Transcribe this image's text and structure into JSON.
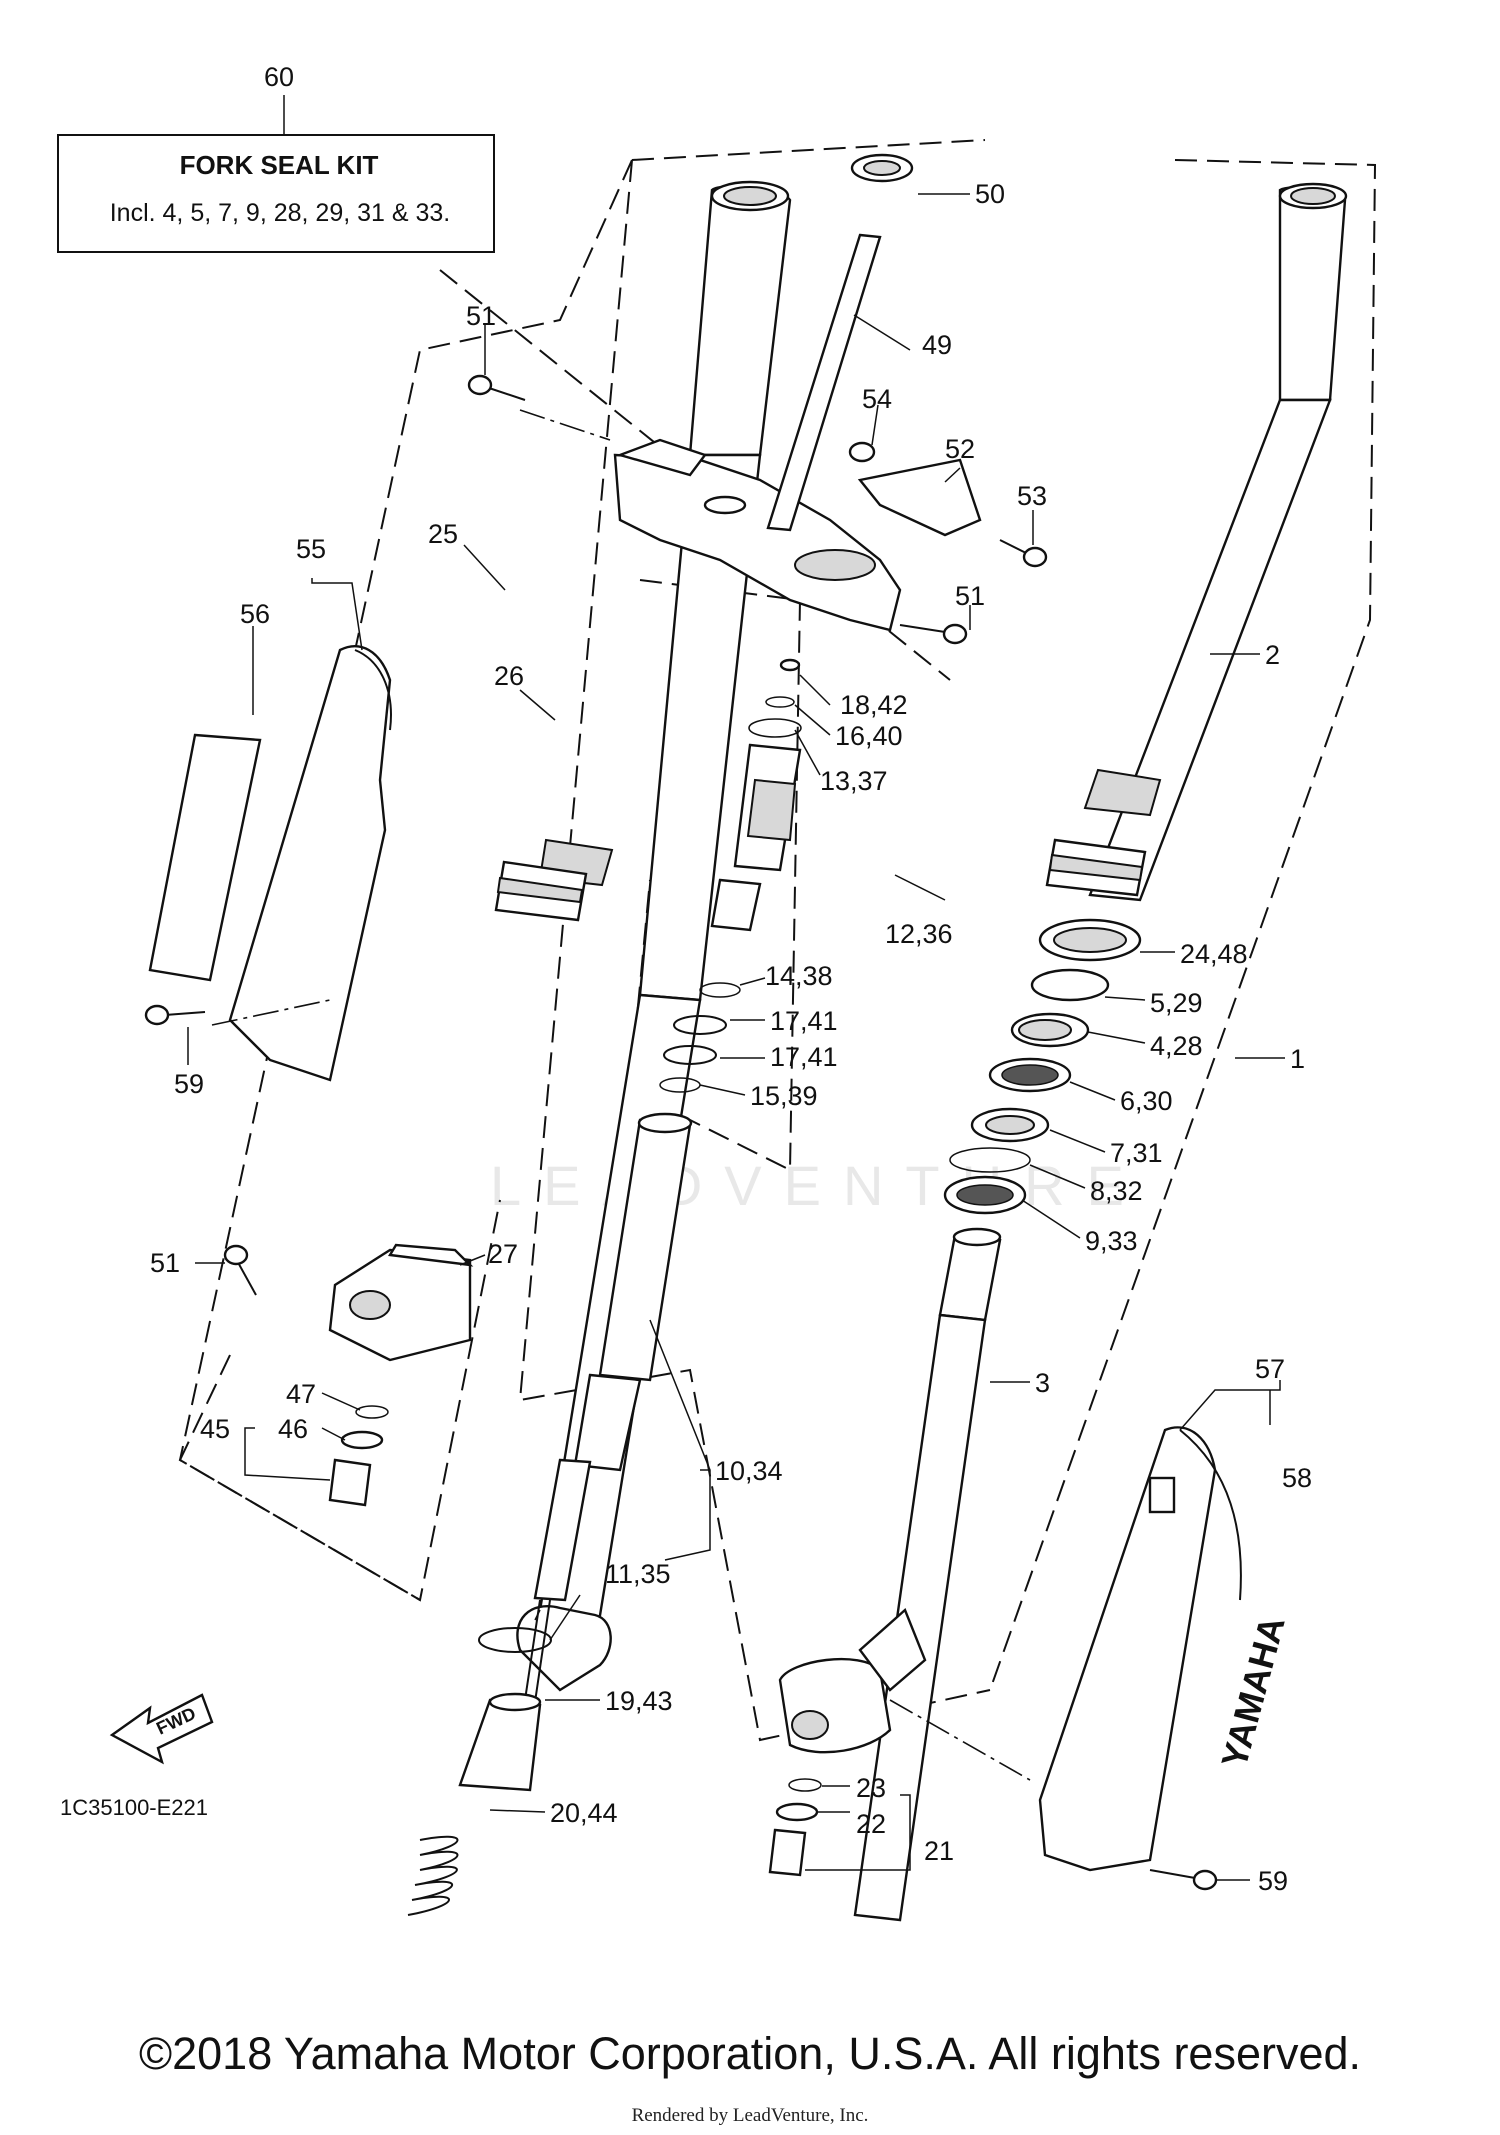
{
  "kit": {
    "number": "60",
    "title": "FORK SEAL KIT",
    "description": "Incl. 4, 5, 7, 9, 28, 29, 31 & 33."
  },
  "labels": {
    "p50": "50",
    "p49": "49",
    "p51a": "51",
    "p54": "54",
    "p52": "52",
    "p53": "53",
    "p51b": "51",
    "p25": "25",
    "p55": "55",
    "p56": "56",
    "p26": "26",
    "p18_42": "18,42",
    "p16_40": "16,40",
    "p13_37": "13,37",
    "p2": "2",
    "p12_36": "12,36",
    "p24_48": "24,48",
    "p14_38": "14,38",
    "p17_41a": "17,41",
    "p17_41b": "17,41",
    "p15_39": "15,39",
    "p5_29": "5,29",
    "p4_28": "4,28",
    "p6_30": "6,30",
    "p1": "1",
    "p59a": "59",
    "p7_31": "7,31",
    "p8_32": "8,32",
    "p9_33": "9,33",
    "p27": "27",
    "p51c": "51",
    "p3": "3",
    "p47": "47",
    "p46": "46",
    "p45": "45",
    "p10_34": "10,34",
    "p57": "57",
    "p58": "58",
    "p11_35": "11,35",
    "p19_43": "19,43",
    "p23": "23",
    "p22": "22",
    "p21": "21",
    "p20_44": "20,44",
    "p59b": "59"
  },
  "fwd_text": "FWD",
  "guard_brand": "YAMAHA",
  "diagram_code": "1C35100-E221",
  "watermark": "LEADVENTURE",
  "copyright": "©2018 Yamaha Motor Corporation, U.S.A. All rights reserved.",
  "rendered_by": "Rendered by LeadVenture, Inc."
}
